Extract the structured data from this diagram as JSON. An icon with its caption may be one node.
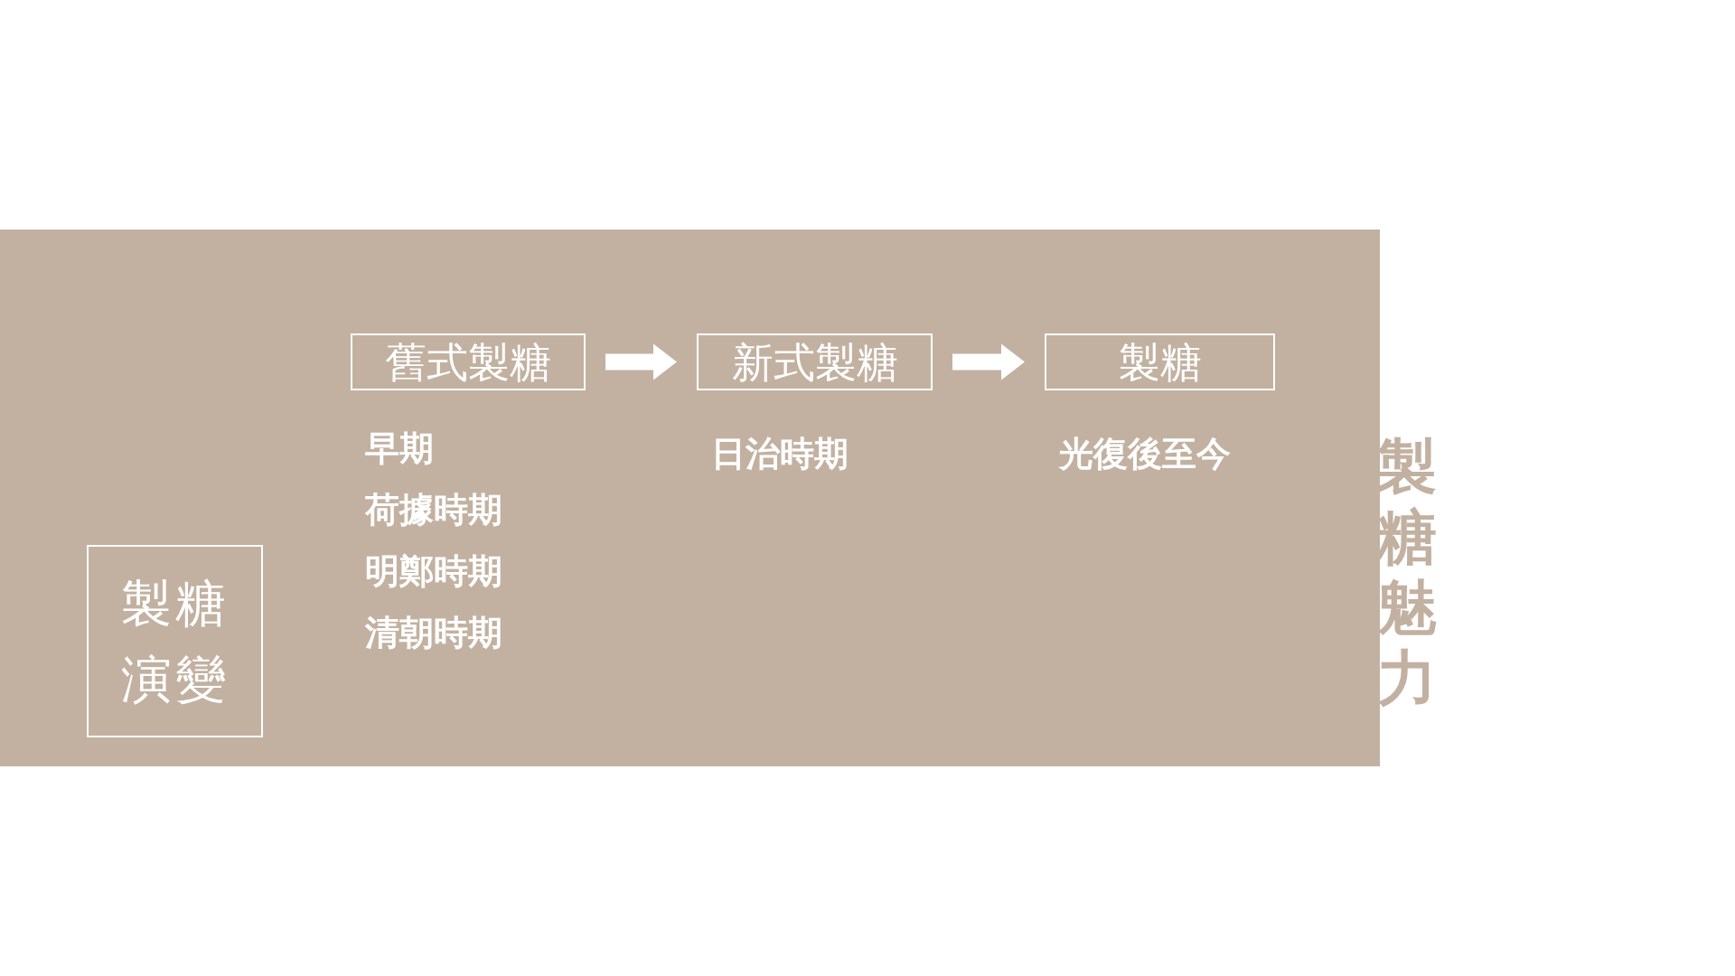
{
  "diagram": {
    "nodes": [
      {
        "text": [
          "製糖演變"
        ]
      },
      {
        "text": [
          "舊式製糖"
        ],
        "beside": [
          "早期",
          "荷據時期",
          "明鄭時期",
          "清朝時期"
        ]
      },
      {
        "text": [
          "新式製糖"
        ],
        "beside": [
          "日治時期"
        ]
      },
      {
        "text": [
          "製糖"
        ],
        "beside": [
          "光復後至今"
        ]
      }
    ],
    "edges": [
      {
        "from": 1,
        "to": 2,
        "arrow": "to"
      },
      {
        "from": 2,
        "to": 3,
        "arrow": "to"
      }
    ],
    "labels": [
      "製糖魅力"
    ]
  }
}
